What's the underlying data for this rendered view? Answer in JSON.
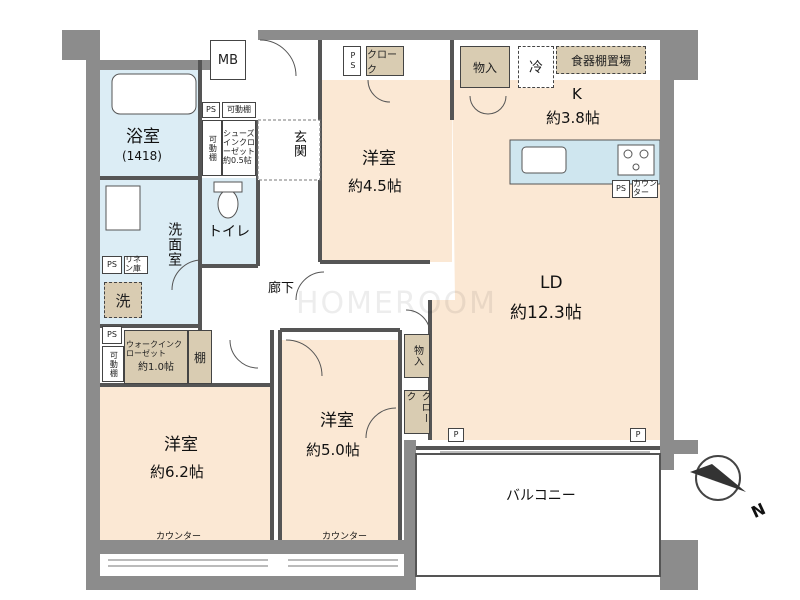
{
  "rooms": {
    "bath": {
      "name": "浴室",
      "sub": "(1418)"
    },
    "wash": {
      "name": "洗面室"
    },
    "toilet": {
      "name": "トイレ"
    },
    "entrance": {
      "name": "玄関"
    },
    "hall": {
      "name": "廊下"
    },
    "western1": {
      "name": "洋室",
      "size": "約4.5帖"
    },
    "western2": {
      "name": "洋室",
      "size": "約5.0帖"
    },
    "western3": {
      "name": "洋室",
      "size": "約6.2帖"
    },
    "kitchen": {
      "name": "K",
      "size": "約3.8帖"
    },
    "ld": {
      "name": "LD",
      "size": "約12.3帖"
    },
    "balcony": {
      "name": "バルコニー"
    }
  },
  "fixtures": {
    "mb": "MB",
    "ps": "PS",
    "closet": "クローク",
    "storage": "物入",
    "fridge": "冷",
    "dish_shelf": "食器棚置場",
    "movable_shelf": "可動棚",
    "shoe_closet": "シューズインクローゼット約0.5帖",
    "linen": "リネン庫",
    "washer": "洗",
    "wic_label": "ウォークインクローゼット",
    "wic_size": "約1.0帖",
    "shelf": "棚",
    "counter": "カウンター",
    "p": "P"
  },
  "watermark": "HOMEROOM",
  "compass": {
    "north": "N"
  }
}
